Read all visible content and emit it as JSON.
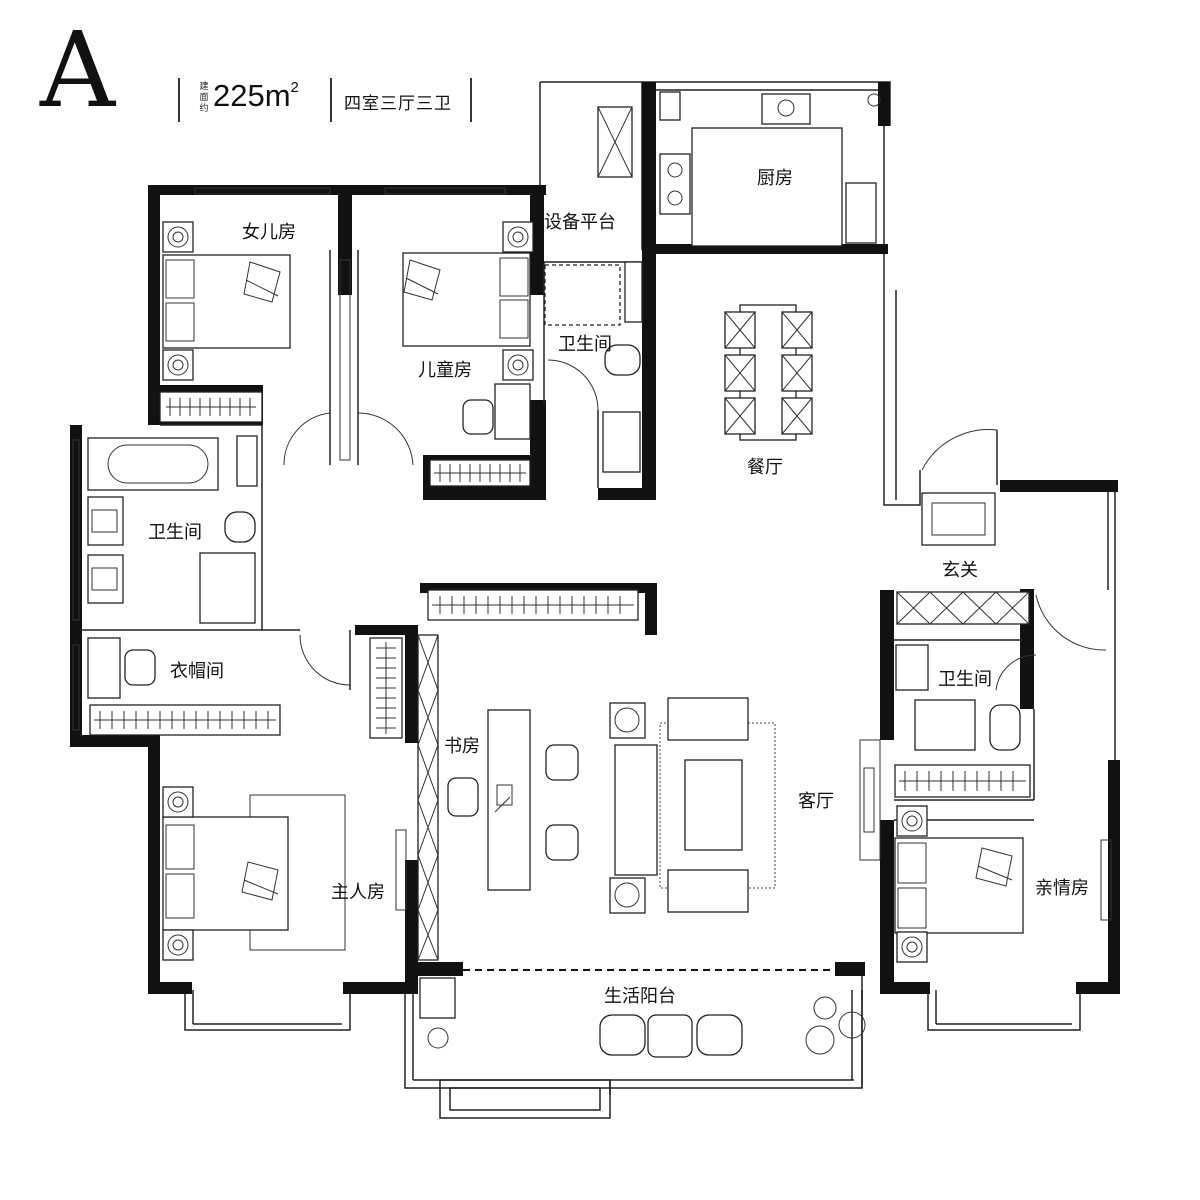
{
  "header": {
    "type_letter": "A",
    "area_caption": "建面约",
    "area_value": "225m",
    "area_unit_sup": "2",
    "layout": "四室三厅三卫"
  },
  "rooms": {
    "daughter_room": "女儿房",
    "kids_room": "儿童房",
    "equipment_platform": "设备平台",
    "kitchen": "厨房",
    "bathroom_top": "卫生间",
    "dining_room": "餐厅",
    "entrance": "玄关",
    "bathroom_left": "卫生间",
    "cloakroom": "衣帽间",
    "study": "书房",
    "living_room": "客厅",
    "bathroom_right": "卫生间",
    "master_room": "主人房",
    "family_room": "亲情房",
    "balcony": "生活阳台"
  }
}
